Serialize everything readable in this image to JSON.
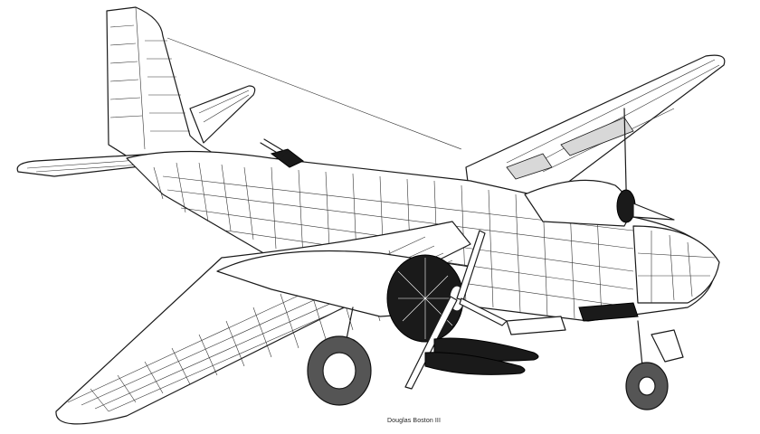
{
  "illustration": {
    "subject": "Douglas Boston III cutaway drawing",
    "style": "black-and-white technical line art",
    "background": "#ffffff",
    "line_color": "#1a1a1a",
    "shade_color": "#555555"
  },
  "caption": {
    "text": "Douglas Boston III"
  }
}
